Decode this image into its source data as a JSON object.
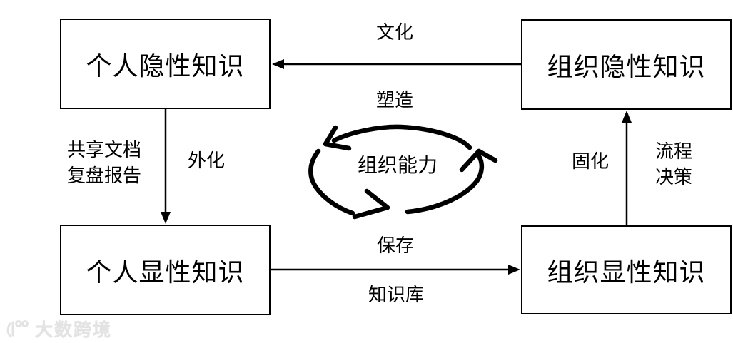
{
  "diagram": {
    "title_implicit": "knowledge-conversion-cycle",
    "boxes": {
      "personal_tacit": {
        "label": "个人隐性知识"
      },
      "org_tacit": {
        "label": "组织隐性知识"
      },
      "personal_explicit": {
        "label": "个人显性知识"
      },
      "org_explicit": {
        "label": "组织显性知识"
      }
    },
    "center": {
      "label": "组织能力",
      "cycle_direction": "counterclockwise"
    },
    "arrows": {
      "top": {
        "from": "org_tacit",
        "to": "personal_tacit",
        "direction": "right-to-left",
        "label_above": "文化",
        "label_below": "塑造"
      },
      "left": {
        "from": "personal_tacit",
        "to": "personal_explicit",
        "direction": "top-to-bottom",
        "side_label_line1": "共享文档",
        "side_label_line2": "复盘报告",
        "label": "外化"
      },
      "bottom": {
        "from": "personal_explicit",
        "to": "org_explicit",
        "direction": "left-to-right",
        "label_above": "保存",
        "label_below": "知识库"
      },
      "right": {
        "from": "org_explicit",
        "to": "org_tacit",
        "direction": "bottom-to-top",
        "label": "固化",
        "side_label_line1": "流程",
        "side_label_line2": "决策"
      }
    },
    "watermark": {
      "text": "大数跨境"
    }
  },
  "colors": {
    "line": "#000000",
    "background": "#ffffff",
    "watermark": "#e3e3e3"
  }
}
